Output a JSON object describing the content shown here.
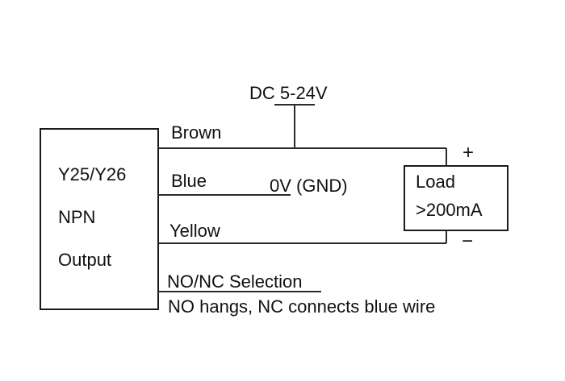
{
  "supply": {
    "label": "DC 5-24V"
  },
  "sensor": {
    "model": "Y25/Y26",
    "type": "NPN",
    "output": "Output"
  },
  "wires": {
    "brown": "Brown",
    "blue": "Blue",
    "yellow": "Yellow",
    "gnd_label": "0V (GND)"
  },
  "load": {
    "line1": "Load",
    "line2": ">200mA",
    "plus": "+",
    "minus": "−"
  },
  "selection": {
    "title": "NO/NC Selection",
    "note": "NO hangs, NC connects blue wire"
  }
}
